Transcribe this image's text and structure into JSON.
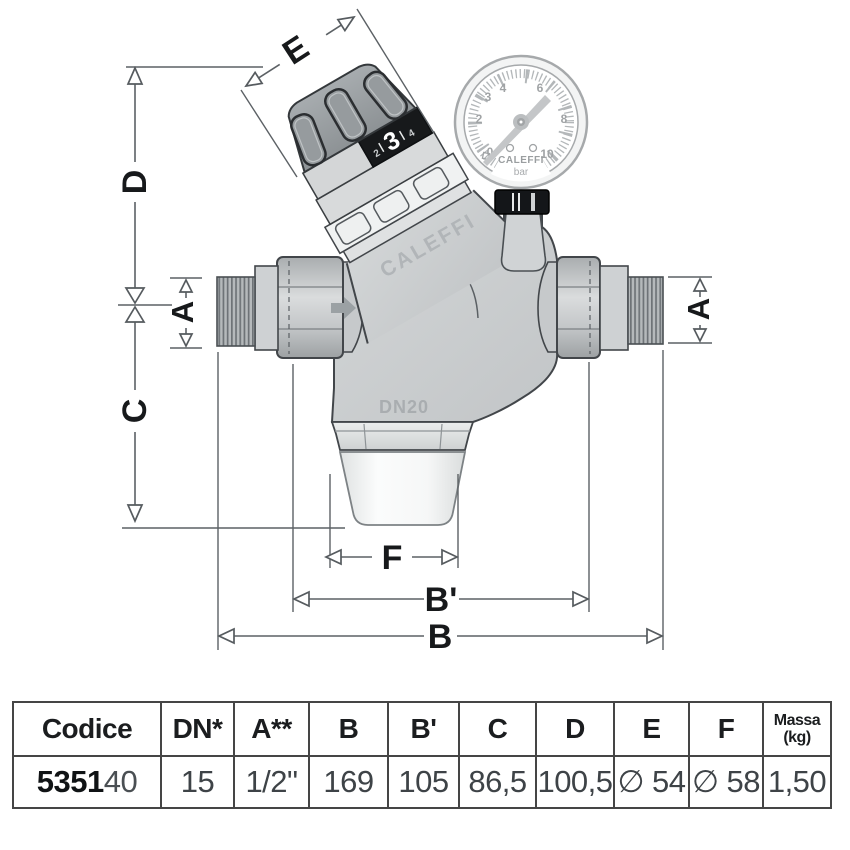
{
  "figure": {
    "title": "pressure-reducing-valve-dimensional-drawing"
  },
  "dims": {
    "a": "A",
    "b": "B",
    "b_prime": "B'",
    "c": "C",
    "d": "D",
    "e": "E",
    "f": "F"
  },
  "valve": {
    "brand": "CALEFFI",
    "size_label": "DN20",
    "setting_value": "3",
    "setting_prev": "2",
    "setting_next": "4"
  },
  "gauge": {
    "brand": "CALEFFI",
    "unit": "bar",
    "numbers": [
      "0",
      "2",
      "3",
      "4",
      "6",
      "8",
      "10"
    ]
  },
  "colors": {
    "body_gray": "#c9ccce",
    "knob_gray": "#9aa0a3",
    "indicator_black": "#17191b",
    "line": "#5c6165"
  },
  "table": {
    "headers": [
      "Codice",
      "DN*",
      "A**",
      "B",
      "B'",
      "C",
      "D",
      "E",
      "F"
    ],
    "massa_header": {
      "line1": "Massa",
      "line2": "(kg)"
    },
    "row": {
      "code_bold": "5351",
      "code_light": "40",
      "dn": "15",
      "a": "1/2\"",
      "b": "169",
      "b_prime": "105",
      "c": "86,5",
      "d": "100,5",
      "e": "∅ 54",
      "f": "∅ 58",
      "massa": "1,50"
    }
  }
}
